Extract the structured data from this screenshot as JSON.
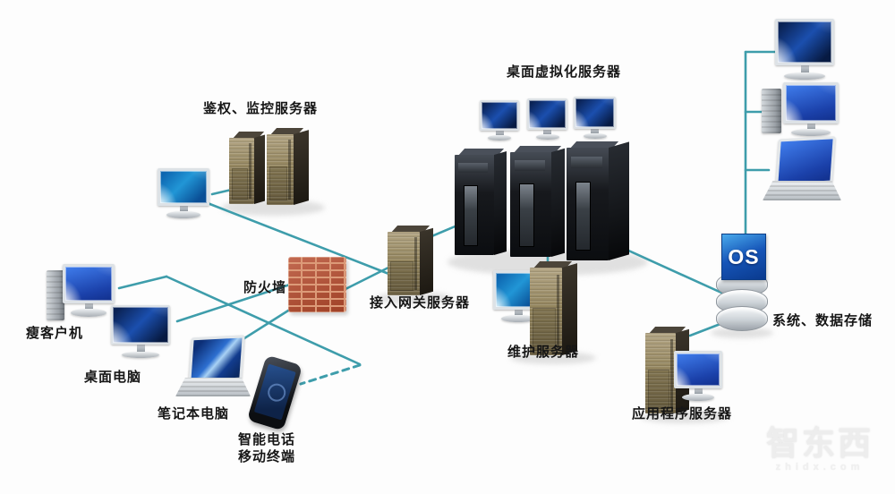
{
  "diagram_type": "desktop-virtualization-network-architecture",
  "nodes": {
    "auth_server": {
      "label": "鉴权、监控服务器"
    },
    "virtualization_server": {
      "label": "桌面虚拟化服务器"
    },
    "firewall": {
      "label": "防火墙"
    },
    "gateway_server": {
      "label": "接入网关服务器"
    },
    "thin_client": {
      "label": "瘦客户机"
    },
    "desktop_pc": {
      "label": "桌面电脑"
    },
    "laptop": {
      "label": "笔记本电脑"
    },
    "smartphone": {
      "label_line1": "智能电话",
      "label_line2": "移动终端"
    },
    "maintenance_server": {
      "label": "维护服务器"
    },
    "app_server": {
      "label": "应用程序服务器"
    },
    "storage": {
      "label": "系统、数据存储"
    },
    "os": {
      "label": "OS"
    }
  },
  "edges": [
    "console-monitor — auth-server",
    "console-monitor — gateway-server",
    "thin-client — client-trunk",
    "desktop-pc — firewall",
    "laptop — firewall",
    "smartphone ~ client-trunk (dashed)",
    "firewall — gateway-server",
    "gateway-server — virtualization-server",
    "virtualization-server — maintenance-server",
    "virtualization-server — storage",
    "storage — app-server",
    "os-storage — right-client-bus (monitor, desktop, laptop)"
  ],
  "watermark": {
    "name": "智东西",
    "domain": "zhidx.com"
  },
  "colors": {
    "line": "#3E9DAB",
    "brick": "#B5492B",
    "label": "#161616",
    "os_box": "#1655B8"
  }
}
